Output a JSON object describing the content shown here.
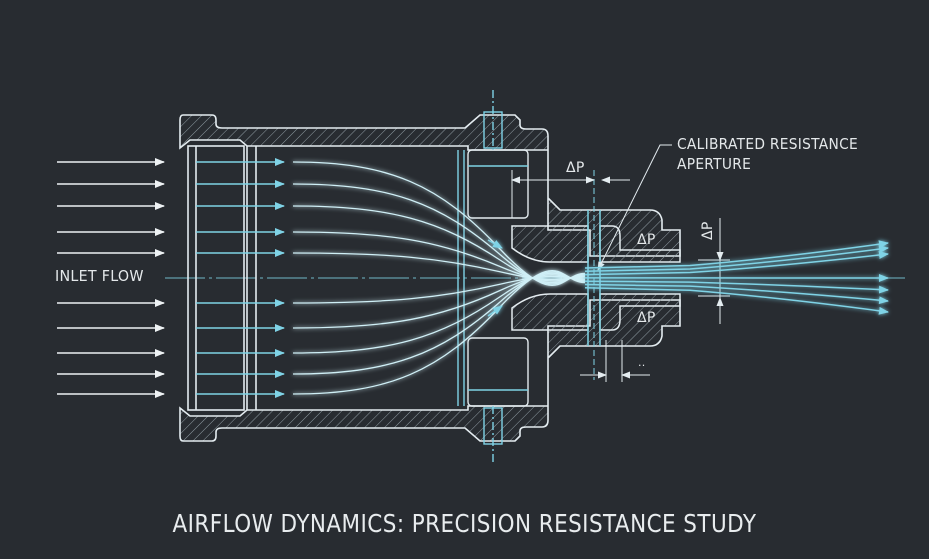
{
  "diagram": {
    "title": "AIRFLOW DYNAMICS: PRECISION RESISTANCE STUDY",
    "inlet_label": "INLET FLOW",
    "callout_line1": "CALIBRATED RESISTANCE",
    "callout_line2": "APERTURE",
    "dimension_labels": {
      "top": "ΔP",
      "upper_chamber": "ΔP",
      "lower_chamber": "ΔP",
      "outlet_vertical": "ΔP",
      "bottom": ".."
    },
    "inlet_arrow_count": 10,
    "outlet_streamline_count": 7,
    "colors": {
      "background": "#282c31",
      "outline": "#e4ecf0",
      "flow": "#7fd3e6",
      "flow_glow": "#39b8d6",
      "hatch": "#9aa6ad",
      "centerline": "#6fb7c8",
      "text": "#e4e8ea"
    }
  }
}
